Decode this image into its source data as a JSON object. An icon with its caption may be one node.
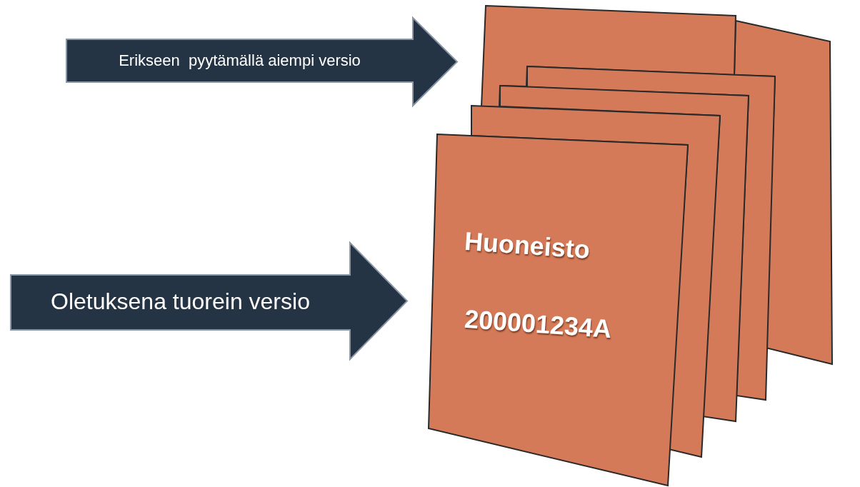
{
  "diagram": {
    "nodes": [
      {
        "text": [
          "Erikseen  pyytämällä aiempi versio"
        ]
      },
      {
        "text": [
          "Oletuksena tuorein versio"
        ]
      },
      {
        "text": [],
        "shape": "box"
      },
      {
        "text": [],
        "shape": "box"
      },
      {
        "text": [],
        "shape": "box"
      },
      {
        "text": [],
        "shape": "box"
      },
      {
        "text": [],
        "shape": "box"
      },
      {
        "text": [
          "Huoneisto",
          "200001234A"
        ]
      }
    ]
  }
}
